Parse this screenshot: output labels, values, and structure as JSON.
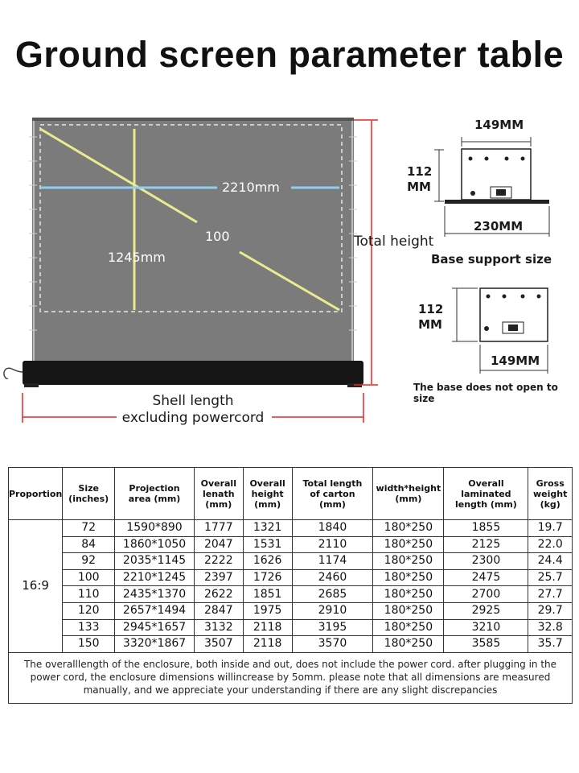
{
  "title": "Ground screen parameter table",
  "diagram": {
    "width_label": "2210mm",
    "height_label": "1245mm",
    "diagonal_label": "100",
    "total_height_label": "Total height",
    "shell_length_line1": "Shell length",
    "shell_length_line2": "excluding powercord",
    "base1": {
      "top_width": "149MM",
      "height_line1": "112",
      "height_line2": "MM",
      "bottom_width": "230MM",
      "caption": "Base support size"
    },
    "base2": {
      "height_line1": "112",
      "height_line2": "MM",
      "bottom_width": "149MM",
      "caption": "The base does not open to size"
    }
  },
  "table": {
    "headers": [
      [
        "Proportion"
      ],
      [
        "Size",
        "(inches)"
      ],
      [
        "Projection",
        "area (mm)"
      ],
      [
        "Overall",
        "lenath",
        "(mm)"
      ],
      [
        "Overall",
        "height",
        "(mm)"
      ],
      [
        "Total length",
        "of carton",
        "(mm)"
      ],
      [
        "width*height",
        "(mm)"
      ],
      [
        "Overall",
        "laminated",
        "length (mm)"
      ],
      [
        "Gross",
        "weight",
        "(kg)"
      ]
    ],
    "proportion": "16:9",
    "rows": [
      [
        "72",
        "1590*890",
        "1777",
        "1321",
        "1840",
        "180*250",
        "1855",
        "19.7"
      ],
      [
        "84",
        "1860*1050",
        "2047",
        "1531",
        "2110",
        "180*250",
        "2125",
        "22.0"
      ],
      [
        "92",
        "2035*1145",
        "2222",
        "1626",
        "1174",
        "180*250",
        "2300",
        "24.4"
      ],
      [
        "100",
        "2210*1245",
        "2397",
        "1726",
        "2460",
        "180*250",
        "2475",
        "25.7"
      ],
      [
        "110",
        "2435*1370",
        "2622",
        "1851",
        "2685",
        "180*250",
        "2700",
        "27.7"
      ],
      [
        "120",
        "2657*1494",
        "2847",
        "1975",
        "2910",
        "180*250",
        "2925",
        "29.7"
      ],
      [
        "133",
        "2945*1657",
        "3132",
        "2118",
        "3195",
        "180*250",
        "3210",
        "32.8"
      ],
      [
        "150",
        "3320*1867",
        "3507",
        "2118",
        "3570",
        "180*250",
        "3585",
        "35.7"
      ]
    ],
    "note": "The overalllength of the enclosure, both inside and out, does not include the power cord. after plugging in the power cord, the enclosure dimensions willincrease by 5omm. please note that all dimensions are measured manually, and we appreciate your understanding if there are any slight discrepancies"
  }
}
